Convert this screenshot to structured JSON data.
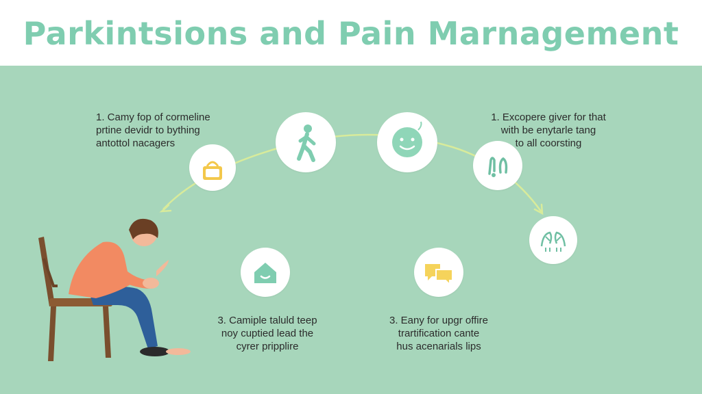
{
  "header": {
    "title": "Parkintsions and Pain Marnagement"
  },
  "blocks": [
    {
      "lines": [
        "1. Camy fop of cormeline",
        "prtine devidr to bything",
        "antottol nacagers"
      ]
    },
    {
      "lines": [
        "1. Excopere giver for that",
        "with be enytarle tang",
        "to all coorsting"
      ]
    },
    {
      "lines": [
        "3. Camiple taluld teep",
        "noy cuptied lead the",
        "cyrer pripplire"
      ]
    },
    {
      "lines": [
        "3. Eany for upgr offire",
        "trartification cante",
        "hus acenarials lips"
      ]
    }
  ],
  "icons": {
    "basket": "basket-icon",
    "walking": "walking-person-icon",
    "smile": "smiley-face-icon",
    "hands": "hands-icon",
    "holding_hands": "holding-hands-icon",
    "house": "house-icon",
    "chat": "chat-bubbles-icon"
  },
  "colors": {
    "background": "#a7d6bb",
    "title": "#7fcdb0",
    "arc": "#d8eb9b",
    "icon": "#7fcdb0",
    "basket": "#f3c84b",
    "chat": "#f5d35b",
    "shirt": "#f28a62",
    "pants": "#2e5f9a",
    "chair": "#7a4f2e"
  }
}
